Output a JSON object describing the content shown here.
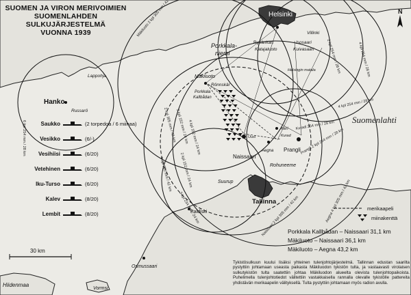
{
  "title_lines": [
    "SUOMEN JA VIRON MERIVOIMIEN",
    "SUOMENLAHDEN SULKUJÄRJESTELMÄ",
    "VUONNA 1939"
  ],
  "places": {
    "helsinki": "Helsinki",
    "porkkala": "Porkkala-",
    "niemi": "niemi",
    "ryssankari": "Rysänkari",
    "katajaluoto": "Katajaluoto",
    "villinki": "Villinki",
    "isosaari": "Isosaari",
    "kuivasaari": "Kuivasaari",
    "lappohja": "Lappohja",
    "hanko": "Hanko",
    "russaro": "Russarö",
    "makiluoto": "Mäkiluoto",
    "ronnskar": "Rönnskär",
    "porkkala_kallbadan": "Porkkala",
    "kallbadan": "Kallbådan",
    "naissaari": "Naissaari",
    "uus": "Uusi",
    "aegna": "Aegna",
    "keri": "Keri",
    "prangli": "Prangli",
    "rohuneeme": "Rohuneeme",
    "suurup": "Suurup",
    "tallinna": "Tallinna",
    "paldiski": "Paldiski",
    "osmussaari": "Osmussaari",
    "hiidenmaa": "Hiidenmaa",
    "vormsi": "Vormsi",
    "kuradi": "Kurad",
    "helsingin_matala": "Helsingin matala"
  },
  "sea_label": "Suomenlahti",
  "compass": "N",
  "submarines": [
    {
      "name": "Saukko",
      "armament": "(2 torpedoa / 6 miinaa)"
    },
    {
      "name": "Vesikko",
      "armament": "(6/-)"
    },
    {
      "name": "Vesihiisi",
      "armament": "(6/20)"
    },
    {
      "name": "Vetehinen",
      "armament": "(6/20)"
    },
    {
      "name": "Iku-Turso",
      "armament": "(6/20)"
    },
    {
      "name": "Kalev",
      "armament": "(8/20)"
    },
    {
      "name": "Lembit",
      "armament": "(8/20)"
    }
  ],
  "range_labels": {
    "hanko": "6 kpl 254 mm / 28 km",
    "makiluoto_top": "Mäkiluoto 2 kpl 305 mm / 42 km",
    "katajaluoto": "2 kpl 254 mm / 28 km",
    "isosaari": "4 kpl 254 mm / 28 km",
    "kuivasaari": "4 kpl 254 mm / 28 km",
    "makiluoto_mid": "2 kpl 305 mm / 42 km",
    "naissaari_a": "3 kpl 152 mm / 24 km",
    "naissaari_b": "4 kpl 152 mm / 24 km",
    "naissaari_c": "2 kpl 152 mm / 24 km",
    "naissaari_d": "4 kpl 305 mm / 42 km",
    "aegna": "Aegna 4 kpl 305 mm / 42 km",
    "naissaari_e": "Naissaari 2 kpl 305 mm / 42 km",
    "suurup": "3 kpl 234 mm / 24 km",
    "kuradi": "Kuradi 254 mm / 28 km",
    "prangli": "Prangli 2 kpl 254 mm / 28 km"
  },
  "legend": {
    "cable": "merikaapeli",
    "minefield": "miinakenttä"
  },
  "distances": [
    "Porkkala Kallbådan – Naissaari 31,1 km",
    "Mäkiluoto – Naissaari 36,1 km",
    "Mäkiluoto – Aegna 43,2 km"
  ],
  "scale_label": "30 km",
  "note": "Tykistösulkuun kuului lisäksi yhteinen tulenjohtojärjestelmä. Tallinnan edustan saarilta pystyttiin johtamaan useasta paikasta Mäkiluodon tykistön tulta, ja vastaavasti virolaisen sulkutykistön tulta saatettiin johtaa Mäkiluodon alueelta olevista tulenjohtopaikoista. Puhelimella tulenjohtotiedot välitettiin vastakkaisella rannalla olevalle tykistölle pattereita yhdistävän merikaapelin välityksellä. Tulta pystyttiin johtamaan myös radion avulla.",
  "colors": {
    "background": "#ecebe6",
    "ink": "#111111",
    "land": "#cfcfcf"
  }
}
